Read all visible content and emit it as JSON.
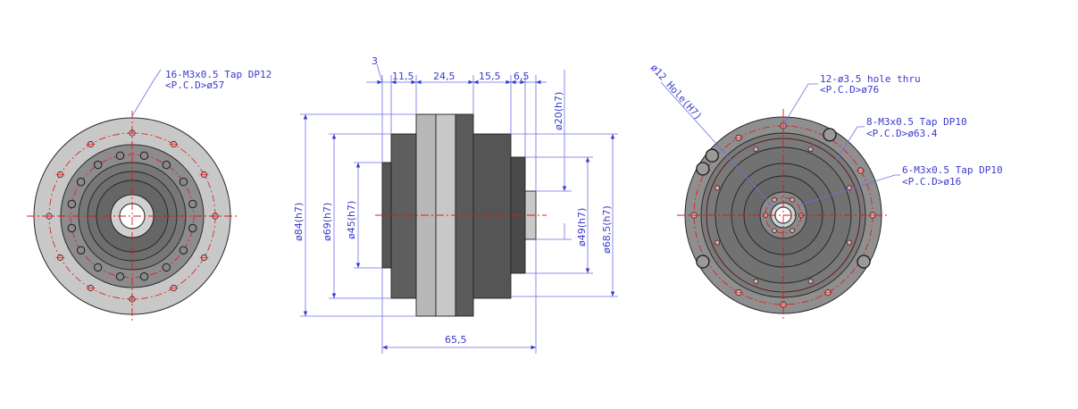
{
  "colors": {
    "dimension": "#3a3acc",
    "centerline": "#e01818",
    "body_dark": "#555555",
    "body_mid": "#8c8c8c",
    "body_light": "#c8c8c8",
    "hole_fill": "#f0a1a1"
  },
  "left_view": {
    "callout_line1": "16-M3x0.5 Tap DP12",
    "callout_line2": "<P.C.D>ø57"
  },
  "side_view": {
    "top_dims": [
      "3",
      "11,5",
      "24,5",
      "15,5",
      "6,5"
    ],
    "shaft_dim": "ø20(h7)",
    "left_dims": [
      "ø84(h7)",
      "ø69(h7)",
      "ø45(h7)"
    ],
    "right_dims": [
      "ø49(h7)",
      "ø68,5(h7)"
    ],
    "overall_length": "65,5"
  },
  "right_view": {
    "bore_label": "ø12 Hole(H7)",
    "callout1_line1": "12-ø3.5 hole thru",
    "callout1_line2": "<P.C.D>ø76",
    "callout2_line1": "8-M3x0.5 Tap DP10",
    "callout2_line2": "<P.C.D>ø63.4",
    "callout3_line1": "6-M3x0.5 Tap DP10",
    "callout3_line2": "<P.C.D>ø16"
  }
}
